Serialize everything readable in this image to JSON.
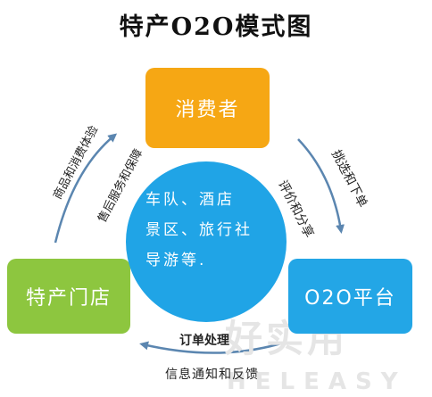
{
  "title": "特产O2O模式图",
  "nodes": {
    "consumer": "消费者",
    "store": "特产门店",
    "platform": "O2O平台"
  },
  "center": {
    "lines": [
      "车队、酒店",
      "景区、旅行社",
      "导游等."
    ]
  },
  "edges": {
    "left_outer": "商品和消费体验",
    "left_inner": "售后服务和保障",
    "right_outer": "挑选和下单",
    "right_inner": "评价和分享",
    "bottom_upper": "订单处理",
    "bottom_lower": "信息通知和反馈"
  },
  "watermark": {
    "cn": "好实用",
    "en": "HELEASY"
  },
  "colors": {
    "consumer": "#f6a714",
    "store": "#8dc63f",
    "platform": "#23a6e6",
    "center": "#20a4e6",
    "arrow": "#5b86b0"
  }
}
